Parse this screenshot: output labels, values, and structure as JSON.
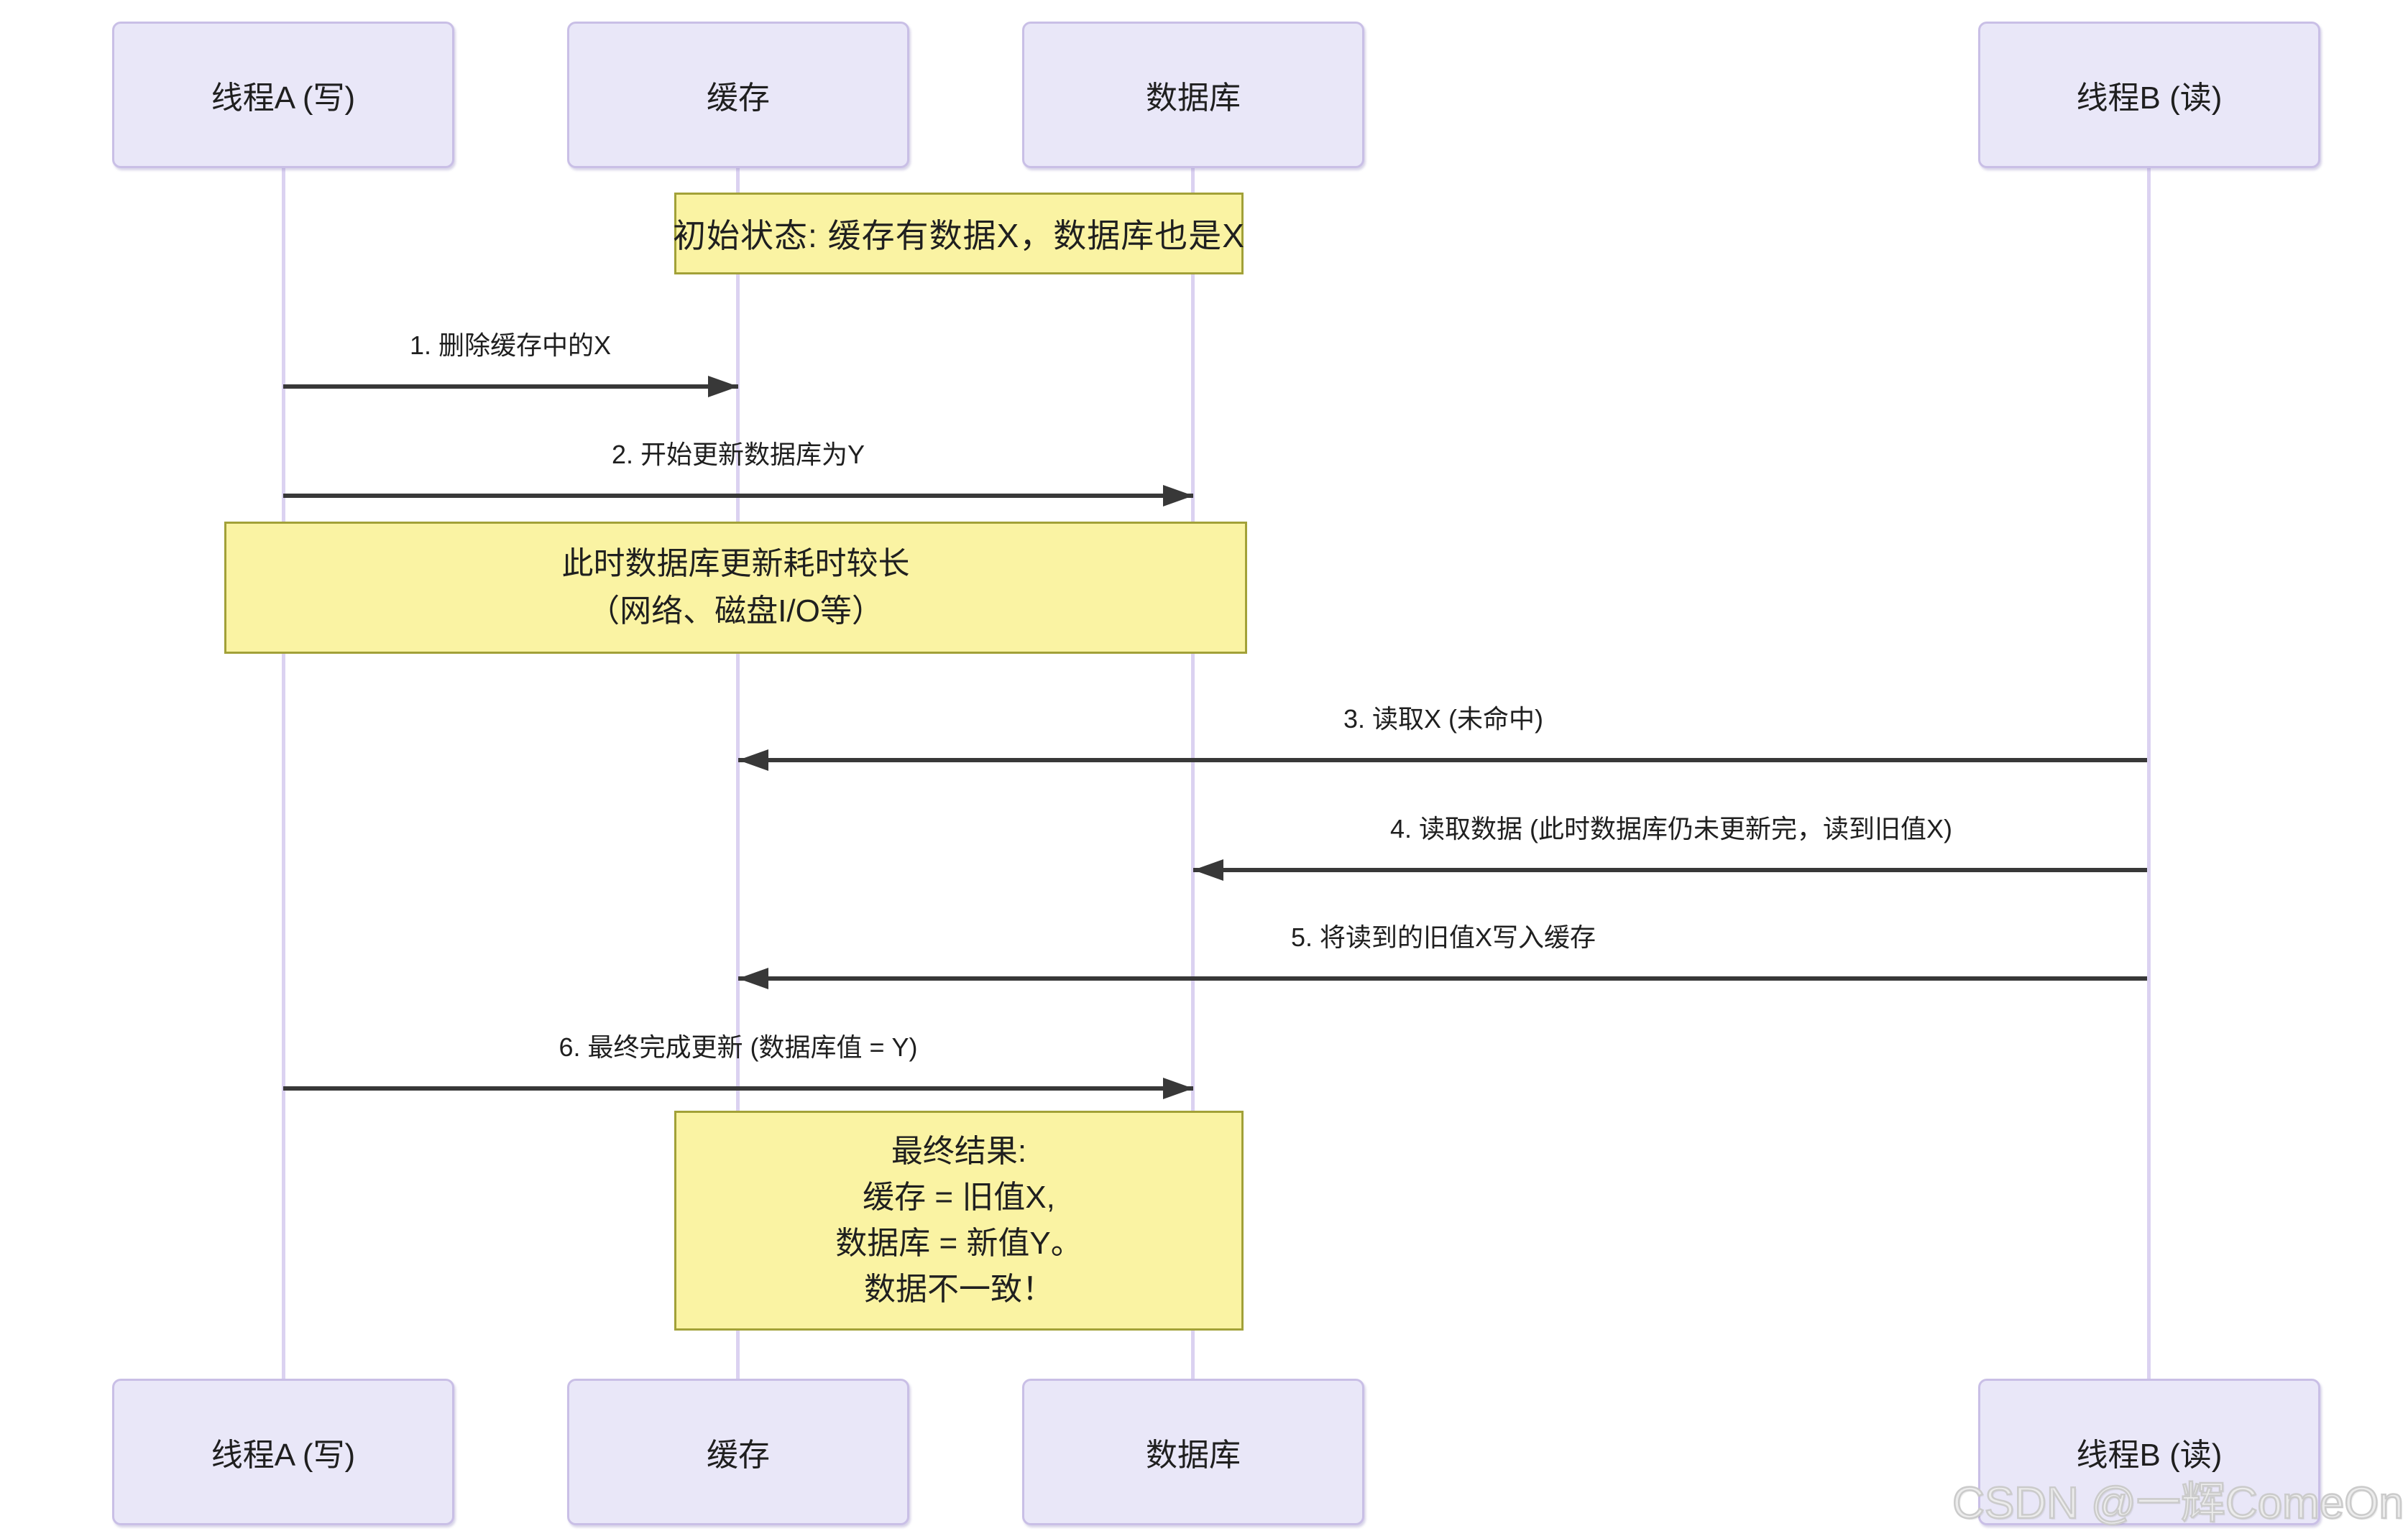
{
  "diagram": {
    "actors": [
      {
        "id": "thread-a",
        "label": "线程A (写)"
      },
      {
        "id": "cache",
        "label": "缓存"
      },
      {
        "id": "database",
        "label": "数据库"
      },
      {
        "id": "thread-b",
        "label": "线程B (读)"
      }
    ],
    "notes": [
      {
        "id": "initial-state",
        "text": "初始状态: 缓存有数据X，数据库也是X"
      },
      {
        "id": "db-update-slow",
        "lines": [
          "此时数据库更新耗时较长",
          "（网络、磁盘I/O等）"
        ]
      },
      {
        "id": "final-result",
        "lines": [
          "最终结果:",
          "缓存 = 旧值X,",
          "数据库 = 新值Y。",
          "数据不一致！"
        ]
      }
    ],
    "messages": [
      {
        "id": "m1",
        "from": "thread-a",
        "to": "cache",
        "label": "1. 删除缓存中的X"
      },
      {
        "id": "m2",
        "from": "thread-a",
        "to": "database",
        "label": "2. 开始更新数据库为Y"
      },
      {
        "id": "m3",
        "from": "thread-b",
        "to": "cache",
        "label": "3. 读取X (未命中)"
      },
      {
        "id": "m4",
        "from": "thread-b",
        "to": "database",
        "label": "4. 读取数据 (此时数据库仍未更新完，读到旧值X)"
      },
      {
        "id": "m5",
        "from": "thread-b",
        "to": "cache",
        "label": "5. 将读到的旧值X写入缓存"
      },
      {
        "id": "m6",
        "from": "thread-a",
        "to": "database",
        "label": "6. 最终完成更新 (数据库值 = Y)"
      }
    ],
    "colors": {
      "actor-fill": "#E9E7F8",
      "actor-border": "#C9BFE6",
      "lifeline": "#DBD2F1",
      "note-fill": "#FAF3A3",
      "note-border": "#A2A138",
      "arrow": "#383838",
      "text": "#1F1F1F",
      "watermark": "#CBCBCB"
    },
    "watermark": {
      "text": "CSDN @一辉ComeOn"
    }
  }
}
